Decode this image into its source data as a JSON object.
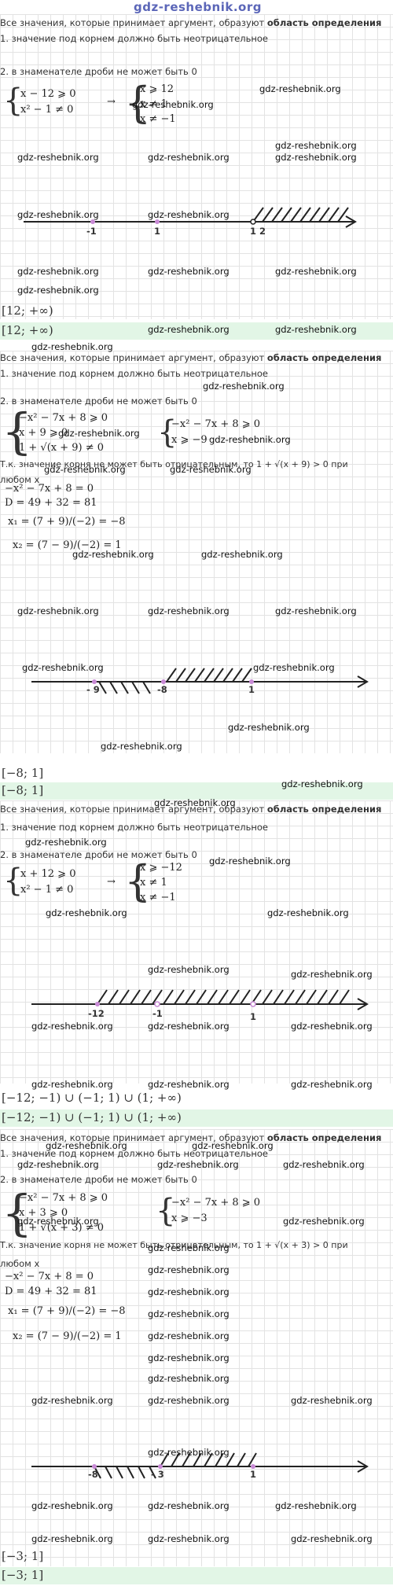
{
  "site_title": "gdz-reshebnik.org",
  "watermark": "gdz-reshebnik.org",
  "sections": [
    {
      "intro_before": "Все значения, которые принимает аргумент, образуют ",
      "intro_bold": "область определения",
      "cond1": "1. значение под корнем должно быть неотрицательное",
      "cond2": "2. в знаменателе дроби не может быть 0",
      "sys_left": [
        "x − 12 ⩾ 0",
        "x² − 1 ≠ 0"
      ],
      "arrow": "→",
      "sys_right": [
        "x ⩾ 12",
        "x ≠ 1",
        "x ≠ −1"
      ],
      "axis_labels": [
        "-1",
        "1",
        "1 2"
      ],
      "answer_small": "[12; +∞)",
      "answer_box": "[12; +∞)"
    },
    {
      "intro_before": "Все значения, которые принимает аргумент, образуют ",
      "intro_bold": "область определения",
      "cond1": "1. значение под корнем должно быть неотрицательное",
      "cond2": "2. в знаменателе дроби не может быть 0",
      "sys_left": [
        "−x² − 7x + 8 ⩾ 0",
        "x + 9 ⩾ 0",
        "1 + √(x + 9) ≠ 0"
      ],
      "sys_right": [
        "−x² − 7x + 8 ⩾ 0",
        "x ⩾ −9"
      ],
      "note": "Т.к. значение корня не может быть отрицательным, то 1 + √(x + 9) > 0 при",
      "note2": "любом x",
      "calc": [
        "−x² − 7x + 8 = 0",
        "D = 49 + 32 = 81",
        "x₁ = (7 + 9)/(−2) = −8",
        "x₂ = (7 − 9)/(−2) = 1"
      ],
      "axis_labels": [
        "- 9",
        "-8",
        "1"
      ],
      "answer_small": "[−8; 1]",
      "answer_box": "[−8; 1]"
    },
    {
      "intro_before": "Все значения, которые принимает аргумент, образуют ",
      "intro_bold": "область определения",
      "cond1": "1. значение под корнем должно быть неотрицательное",
      "cond2": "2. в знаменателе дроби не может быть 0",
      "sys_left": [
        "x + 12 ⩾ 0",
        "x² − 1 ≠ 0"
      ],
      "arrow": "→",
      "sys_right": [
        "x ⩾ −12",
        "x ≠ 1",
        "x ≠ −1"
      ],
      "axis_labels": [
        "-12",
        "-1",
        "1"
      ],
      "answer_small": "[−12; −1) ∪ (−1; 1) ∪ (1; +∞)",
      "answer_box": "[−12; −1) ∪ (−1; 1) ∪ (1; +∞)"
    },
    {
      "intro_before": "Все значения, которые принимает аргумент, образуют ",
      "intro_bold": "область определения",
      "cond1": "1. значение под корнем должно быть неотрицательное",
      "cond2": "2. в знаменателе дроби не может быть 0",
      "sys_left": [
        "−x² − 7x + 8 ⩾ 0",
        "x + 3 ⩾ 0",
        "1 + √(x + 3) ≠ 0"
      ],
      "sys_right": [
        "−x² − 7x + 8 ⩾ 0",
        "x ⩾ −3"
      ],
      "note": "Т.к. значение корня не может быть отрицательным, то 1 + √(x + 3) > 0 при",
      "note2": "любом x",
      "calc": [
        "−x² − 7x + 8 = 0",
        "D = 49 + 32 = 81",
        "x₁ = (7 + 9)/(−2) = −8",
        "x₂ = (7 − 9)/(−2) = 1"
      ],
      "axis_labels": [
        "-8",
        "- 3",
        "1"
      ],
      "answer_small": "[−3; 1]",
      "answer_box": "[−3; 1]"
    }
  ]
}
